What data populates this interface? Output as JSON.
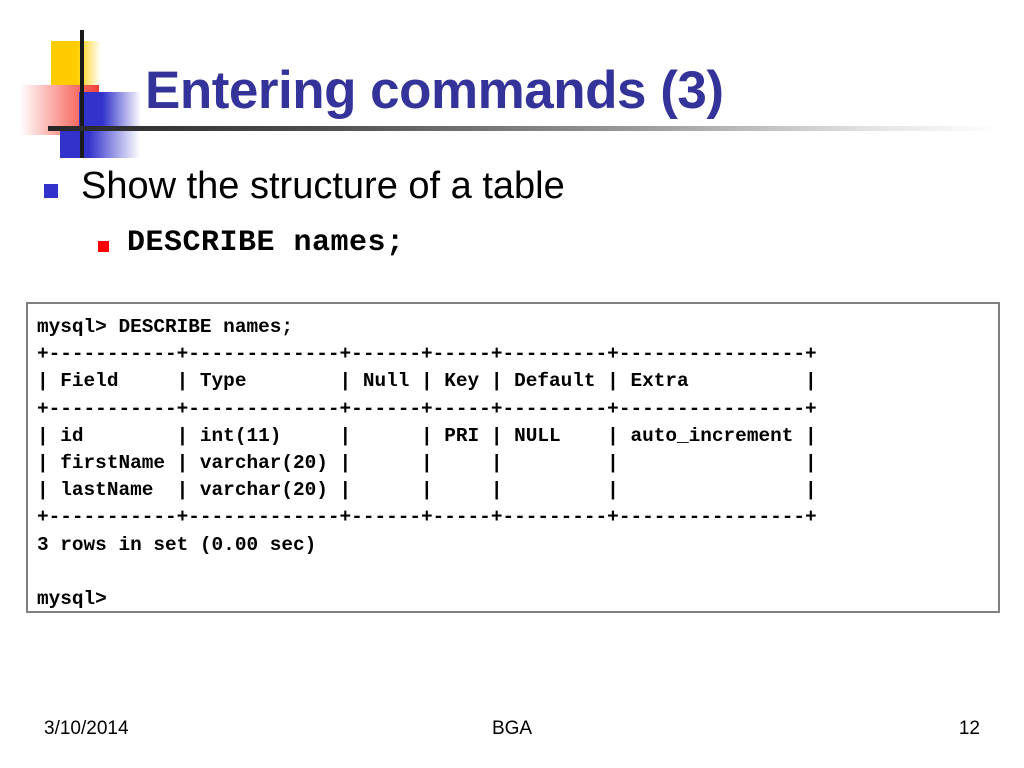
{
  "slide": {
    "title": "Entering commands (3)",
    "title_color": "#333399",
    "bullet_l1": {
      "marker_color": "#3333CC",
      "text": "Show the structure of a table"
    },
    "bullet_l2": {
      "marker_color": "#FF0000",
      "text": "DESCRIBE names;"
    }
  },
  "console": {
    "prompt_command": "mysql> DESCRIBE names;",
    "separator": "+-----------+-------------+------+-----+---------+----------------+",
    "header_row": "| Field     | Type        | Null | Key | Default | Extra          |",
    "rows": [
      "| id        | int(11)     |      | PRI | NULL    | auto_increment |",
      "| firstName | varchar(20) |      |     |         |                |",
      "| lastName  | varchar(20) |      |     |         |                |"
    ],
    "result_status": "3 rows in set (0.00 sec)",
    "trailing_prompt": "mysql>",
    "columns": [
      "Field",
      "Type",
      "Null",
      "Key",
      "Default",
      "Extra"
    ],
    "table_rows": [
      {
        "Field": "id",
        "Type": "int(11)",
        "Null": "",
        "Key": "PRI",
        "Default": "NULL",
        "Extra": "auto_increment"
      },
      {
        "Field": "firstName",
        "Type": "varchar(20)",
        "Null": "",
        "Key": "",
        "Default": "",
        "Extra": ""
      },
      {
        "Field": "lastName",
        "Type": "varchar(20)",
        "Null": "",
        "Key": "",
        "Default": "",
        "Extra": ""
      }
    ],
    "full_text": "mysql> DESCRIBE names;\n+-----------+-------------+------+-----+---------+----------------+\n| Field     | Type        | Null | Key | Default | Extra          |\n+-----------+-------------+------+-----+---------+----------------+\n| id        | int(11)     |      | PRI | NULL    | auto_increment |\n| firstName | varchar(20) |      |     |         |                |\n| lastName  | varchar(20) |      |     |         |                |\n+-----------+-------------+------+-----+---------+----------------+\n3 rows in set (0.00 sec)\n\nmysql>"
  },
  "footer": {
    "date": "3/10/2014",
    "center_label": "BGA",
    "page_number": "12"
  }
}
